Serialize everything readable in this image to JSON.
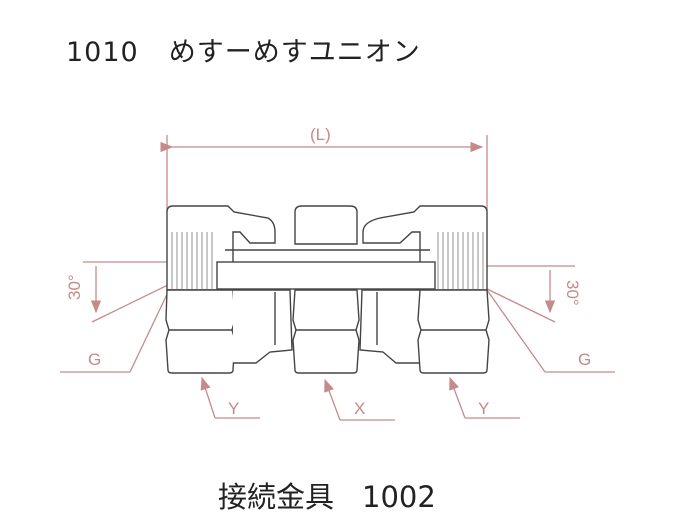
{
  "title": {
    "code": "1010",
    "name": "めすーめすユニオン"
  },
  "caption": {
    "name": "接続金具",
    "code": "1002"
  },
  "dimensions": {
    "length": "(L)",
    "angle_left": "30°",
    "angle_right": "30°",
    "thread_left": "G",
    "thread_right": "G",
    "hex_left": "Y",
    "hex_center": "X",
    "hex_right": "Y"
  },
  "colors": {
    "outline": "#444444",
    "dimension": "#c58a8a"
  }
}
